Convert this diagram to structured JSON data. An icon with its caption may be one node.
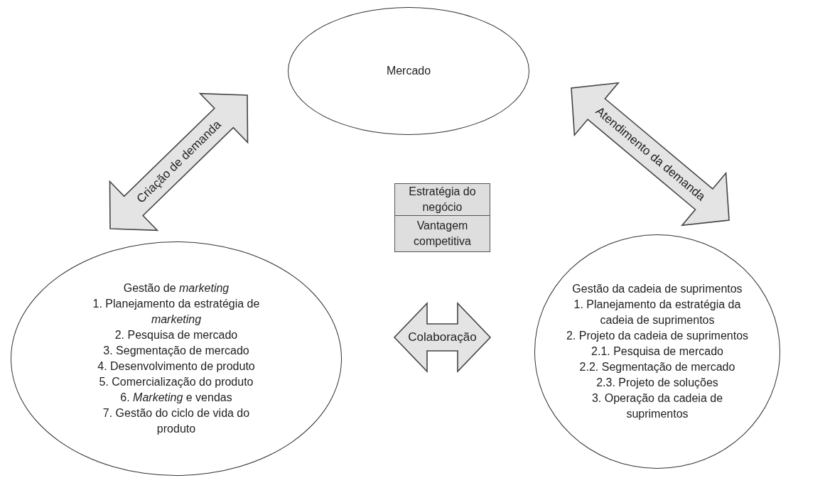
{
  "diagram": {
    "nodes": [
      {
        "text": [
          "Mercado"
        ]
      },
      {
        "text": [
          "Estratégia do negócio"
        ]
      },
      {
        "text": [
          "Vantagem competitiva"
        ]
      },
      {
        "text": [
          "Gestão de *marketing*",
          "1. Planejamento da estratégia de *marketing*",
          "2. Pesquisa de mercado",
          "3. Segmentação de mercado",
          "4. Desenvolvimento de produto",
          "5. Comercialização do produto",
          "6. *Marketing* e vendas",
          "7. Gestão do ciclo de vida do produto"
        ]
      },
      {
        "text": [
          "Gestão da cadeia de suprimentos",
          "1. Planejamento da estratégia da cadeia de suprimentos",
          "2. Projeto da cadeia de suprimentos",
          "2.1. Pesquisa de mercado",
          "2.2. Segmentação de mercado",
          "2.3. Projeto de soluções",
          "3. Operação da cadeia de suprimentos"
        ]
      }
    ],
    "edges": [
      {
        "from": 3,
        "to": 0,
        "arrow": "both",
        "label": "Criação de demanda",
        "style": "thick"
      },
      {
        "from": 0,
        "to": 4,
        "arrow": "both",
        "label": "Atendimento da demanda",
        "style": "thick"
      },
      {
        "from": 3,
        "to": 4,
        "arrow": "both",
        "label": "Colaboração",
        "style": "thick"
      }
    ]
  }
}
